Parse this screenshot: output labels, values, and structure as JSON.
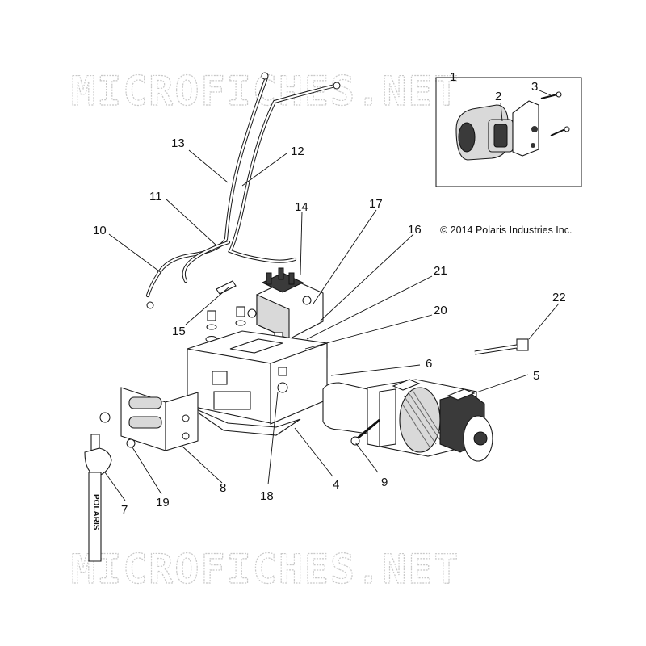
{
  "watermark": {
    "top": "MICROFICHES.NET",
    "bottom": "MICROFICHES.NET"
  },
  "copyright": "© 2014 Polaris Industries Inc.",
  "strap_text": "POLARIS",
  "callouts": {
    "c1": "1",
    "c2": "2",
    "c3": "3",
    "c4": "4",
    "c5": "5",
    "c6": "6",
    "c7": "7",
    "c8": "8",
    "c9": "9",
    "c10": "10",
    "c11": "11",
    "c12": "12",
    "c13": "13",
    "c14": "14",
    "c15": "15",
    "c16": "16",
    "c17": "17",
    "c18": "18",
    "c19": "19",
    "c20": "20",
    "c21": "21",
    "c22": "22"
  }
}
